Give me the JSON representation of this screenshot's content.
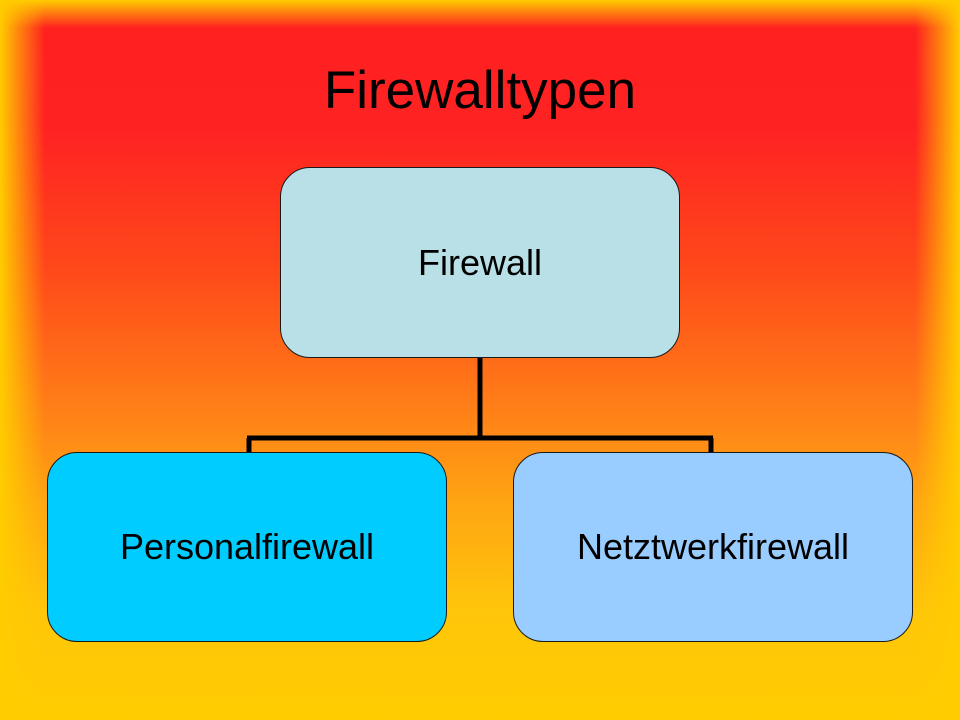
{
  "slide": {
    "title": "Firewalltypen"
  },
  "diagram": {
    "root": {
      "label": "Firewall",
      "color": "#b8e0e6"
    },
    "children": [
      {
        "label": "Personalfirewall",
        "color": "#00ccff"
      },
      {
        "label": "Netztwerkfirewall",
        "color": "#99ccff"
      }
    ]
  },
  "colors": {
    "background_top": "#ff2020",
    "background_bottom": "#ffcc00",
    "connector": "#000000"
  }
}
